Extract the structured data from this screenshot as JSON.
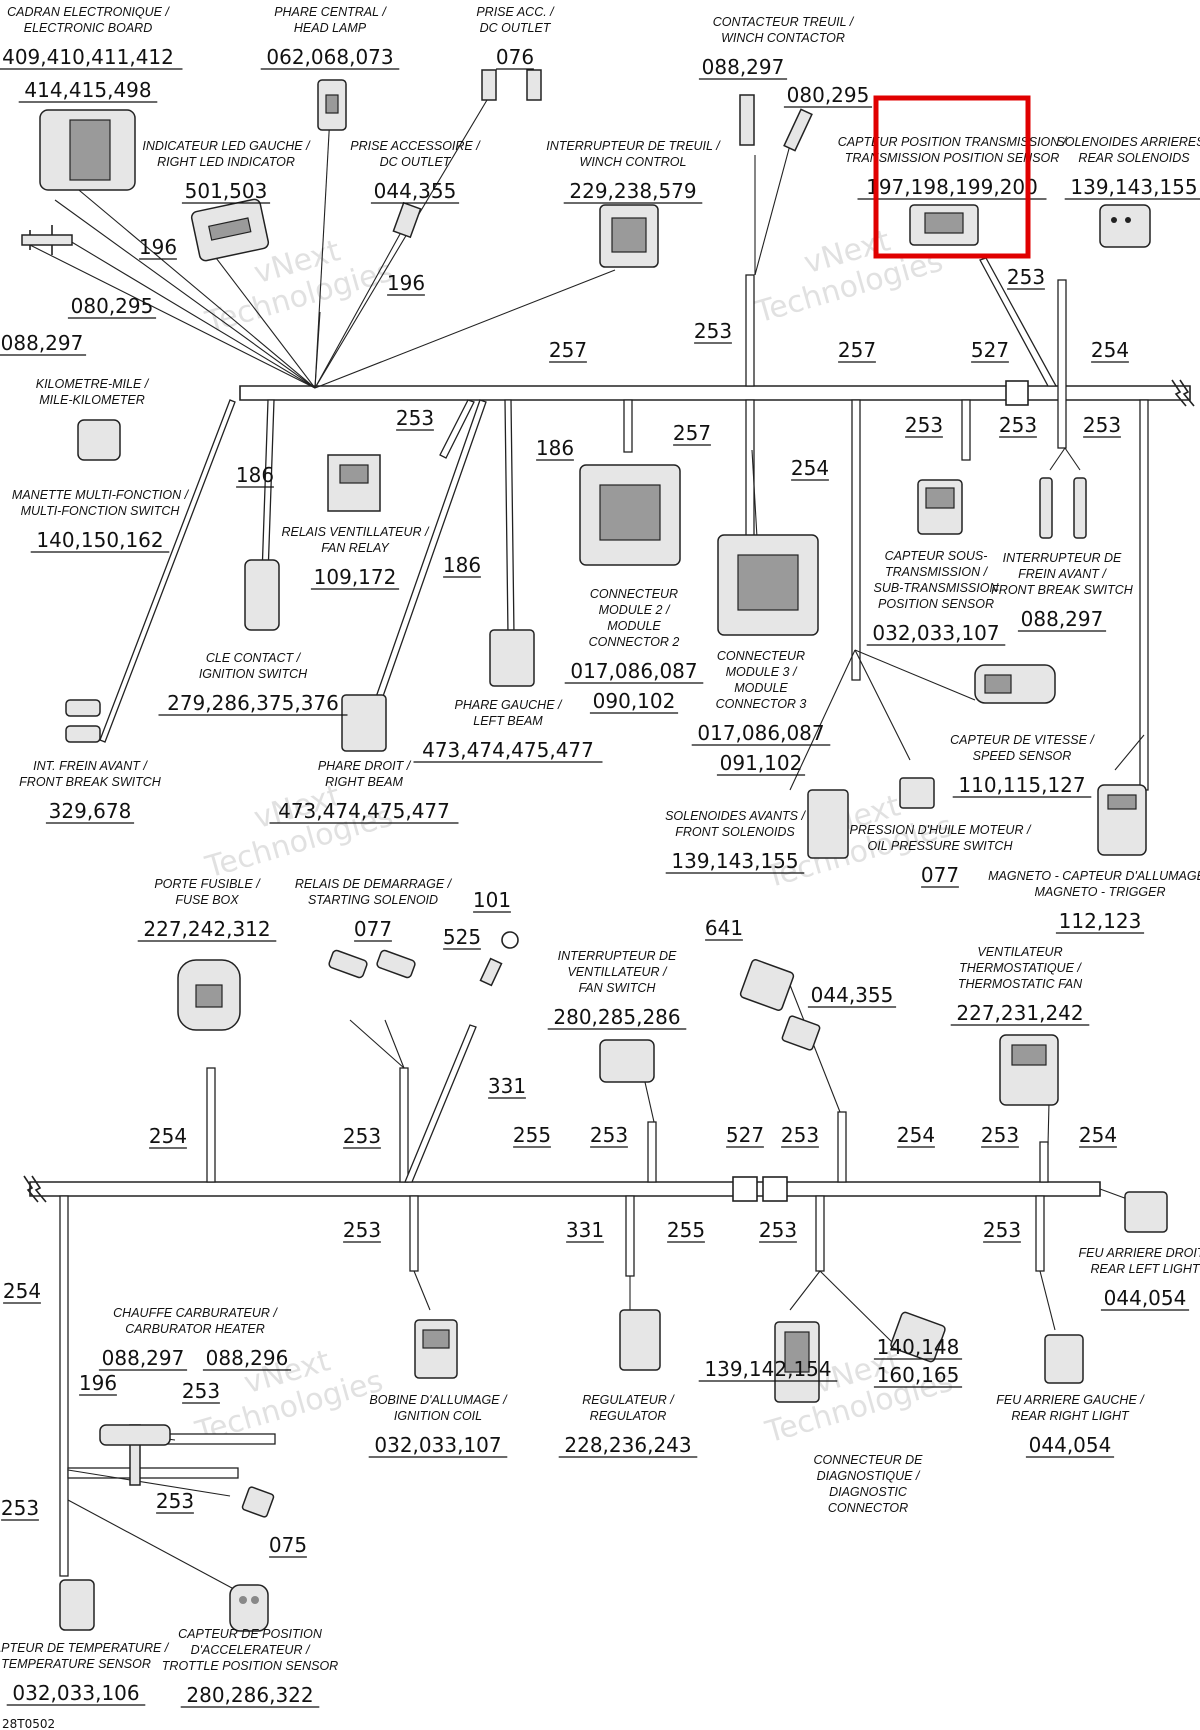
{
  "diagram": {
    "code": "28T0502",
    "watermark": [
      "vNext",
      "Technologies"
    ],
    "highlight_color": "#e00000",
    "components": [
      {
        "id": "electronic-board",
        "title": [
          "CADRAN ELECTRONIQUE /",
          "ELECTRONIC BOARD"
        ],
        "parts": [
          "409,410,411,412",
          "414,415,498"
        ]
      },
      {
        "id": "head-lamp",
        "title": [
          "PHARE CENTRAL /",
          "HEAD LAMP"
        ],
        "parts": [
          "062,068,073"
        ]
      },
      {
        "id": "dc-outlet-top",
        "title": [
          "PRISE ACC. /",
          "DC OUTLET"
        ],
        "parts": [
          "076"
        ]
      },
      {
        "id": "winch-contactor",
        "title": [
          "CONTACTEUR TREUIL /",
          "WINCH CONTACTOR"
        ],
        "parts": [
          "088,297",
          "080,295"
        ]
      },
      {
        "id": "right-led",
        "title": [
          "INDICATEUR LED GAUCHE /",
          "RIGHT LED INDICATOR"
        ],
        "parts": [
          "501,503"
        ]
      },
      {
        "id": "dc-outlet",
        "title": [
          "PRISE ACCESSOIRE /",
          "DC OUTLET"
        ],
        "parts": [
          "044,355"
        ]
      },
      {
        "id": "winch-control",
        "title": [
          "INTERRUPTEUR DE TREUIL /",
          "WINCH CONTROL"
        ],
        "parts": [
          "229,238,579"
        ]
      },
      {
        "id": "transmission-position-sensor",
        "title": [
          "CAPTEUR POSITION TRANSMISSION /",
          "TRANSMISSION POSITION SENSOR"
        ],
        "parts": [
          "197,198,199,200"
        ]
      },
      {
        "id": "rear-solenoids",
        "title": [
          "SOLENOIDES ARRIERES /",
          "REAR SOLENOIDS"
        ],
        "parts": [
          "139,143,155"
        ]
      },
      {
        "id": "mile-km",
        "title": [
          "KILOMETRE-MILE /",
          "MILE-KILOMETER"
        ],
        "parts": []
      },
      {
        "id": "multi-function-switch",
        "title": [
          "MANETTE MULTI-FONCTION /",
          "MULTI-FONCTION SWITCH"
        ],
        "parts": [
          "140,150,162"
        ]
      },
      {
        "id": "fan-relay",
        "title": [
          "RELAIS VENTILLATEUR /",
          "FAN RELAY"
        ],
        "parts": [
          "109,172"
        ]
      },
      {
        "id": "module-connector-2",
        "title": [
          "CONNECTEUR",
          "MODULE 2 /",
          "MODULE",
          "CONNECTOR 2"
        ],
        "parts": [
          "017,086,087",
          "090,102"
        ]
      },
      {
        "id": "module-connector-3",
        "title": [
          "CONNECTEUR",
          "MODULE 3 /",
          "MODULE",
          "CONNECTOR 3"
        ],
        "parts": [
          "017,086,087",
          "091,102"
        ]
      },
      {
        "id": "sub-transmission-sensor",
        "title": [
          "CAPTEUR SOUS-",
          "TRANSMISSION /",
          "SUB-TRANSMISSION",
          "POSITION SENSOR"
        ],
        "parts": [
          "032,033,107"
        ]
      },
      {
        "id": "front-brake-switch-r",
        "title": [
          "INTERRUPTEUR DE",
          "FREIN AVANT /",
          "FRONT BREAK SWITCH"
        ],
        "parts": [
          "088,297"
        ]
      },
      {
        "id": "ignition-switch",
        "title": [
          "CLE CONTACT /",
          "IGNITION SWITCH"
        ],
        "parts": [
          "279,286,375,376"
        ]
      },
      {
        "id": "left-beam",
        "title": [
          "PHARE GAUCHE /",
          "LEFT BEAM"
        ],
        "parts": [
          "473,474,475,477"
        ]
      },
      {
        "id": "speed-sensor",
        "title": [
          "CAPTEUR DE VITESSE /",
          "SPEED SENSOR"
        ],
        "parts": [
          "110,115,127"
        ]
      },
      {
        "id": "front-brake-switch-l",
        "title": [
          "INT. FREIN AVANT /",
          "FRONT BREAK SWITCH"
        ],
        "parts": [
          "329,678"
        ]
      },
      {
        "id": "right-beam",
        "title": [
          "PHARE DROIT /",
          "RIGHT BEAM"
        ],
        "parts": [
          "473,474,475,477"
        ]
      },
      {
        "id": "front-solenoids",
        "title": [
          "SOLENOIDES AVANTS /",
          "FRONT SOLENOIDS"
        ],
        "parts": [
          "139,143,155"
        ]
      },
      {
        "id": "oil-pressure-switch",
        "title": [
          "PRESSION D'HUILE MOTEUR /",
          "OIL PRESSURE SWITCH"
        ],
        "parts": [
          "077"
        ]
      },
      {
        "id": "magneto-trigger",
        "title": [
          "MAGNETO - CAPTEUR D'ALLUMAGE /",
          "MAGNETO - TRIGGER"
        ],
        "parts": [
          "112,123"
        ]
      },
      {
        "id": "fuse-box",
        "title": [
          "PORTE FUSIBLE /",
          "FUSE BOX"
        ],
        "parts": [
          "227,242,312"
        ]
      },
      {
        "id": "starting-solenoid",
        "title": [
          "RELAIS DE DEMARRAGE /",
          "STARTING SOLENOID"
        ],
        "parts": [
          "077"
        ]
      },
      {
        "id": "fan-switch",
        "title": [
          "INTERRUPTEUR DE",
          "VENTILLATEUR /",
          "FAN SWITCH"
        ],
        "parts": [
          "280,285,286"
        ]
      },
      {
        "id": "thermostatic-fan",
        "title": [
          "VENTILATEUR",
          "THERMOSTATIQUE /",
          "THERMOSTATIC FAN"
        ],
        "parts": [
          "227,231,242"
        ]
      },
      {
        "id": "rear-left-light",
        "title": [
          "FEU ARRIERE DROIT /",
          "REAR LEFT LIGHT"
        ],
        "parts": [
          "044,054"
        ]
      },
      {
        "id": "carburator-heater",
        "title": [
          "CHAUFFE CARBURATEUR /",
          "CARBURATOR HEATER"
        ],
        "parts": [
          "088,297",
          "088,296"
        ]
      },
      {
        "id": "ignition-coil",
        "title": [
          "BOBINE D'ALLUMAGE /",
          "IGNITION COIL"
        ],
        "parts": [
          "032,033,107"
        ]
      },
      {
        "id": "regulator",
        "title": [
          "REGULATEUR /",
          "REGULATOR"
        ],
        "parts": [
          "228,236,243"
        ]
      },
      {
        "id": "diagnostic-connector",
        "title": [
          "CONNECTEUR DE",
          "DIAGNOSTIQUE /",
          "DIAGNOSTIC",
          "CONNECTOR"
        ],
        "parts": [
          "139,142,154",
          "140,148",
          "160,165"
        ]
      },
      {
        "id": "rear-right-light",
        "title": [
          "FEU ARRIERE GAUCHE /",
          "REAR RIGHT LIGHT"
        ],
        "parts": [
          "044,054"
        ]
      },
      {
        "id": "temperature-sensor",
        "title": [
          "CAPTEUR DE TEMPERATURE /",
          "TEMPERATURE SENSOR"
        ],
        "parts": [
          "032,033,106"
        ]
      },
      {
        "id": "throttle-position-sensor",
        "title": [
          "CAPTEUR DE POSITION",
          "D'ACCELERATEUR /",
          "TROTTLE POSITION SENSOR"
        ],
        "parts": [
          "280,286,322"
        ]
      }
    ],
    "callouts": [
      "196",
      "080,295",
      "088,297",
      "196",
      "253",
      "253",
      "257",
      "257",
      "527",
      "254",
      "186",
      "253",
      "186",
      "186",
      "257",
      "254",
      "253",
      "253",
      "253",
      "101",
      "525",
      "641",
      "044,355",
      "331",
      "254",
      "253",
      "255",
      "253",
      "527",
      "253",
      "254",
      "253",
      "254",
      "253",
      "331",
      "255",
      "253",
      "253",
      "254",
      "196",
      "253",
      "253",
      "253",
      "075"
    ]
  }
}
